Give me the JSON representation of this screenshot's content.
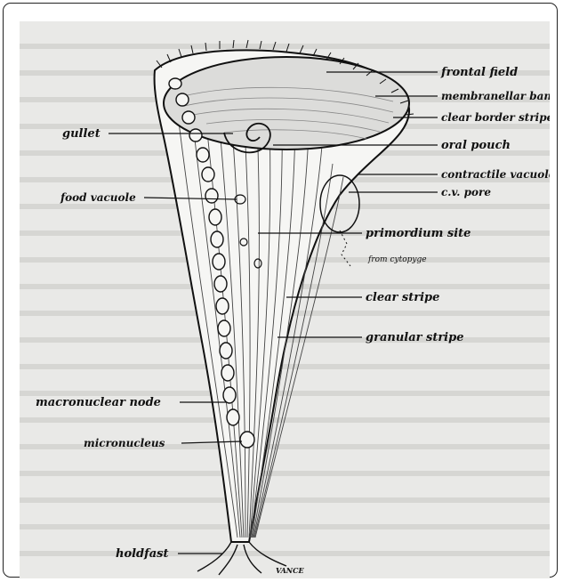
{
  "figure": {
    "labels": {
      "frontal_field": "frontal field",
      "membranellar_band": "membranellar band",
      "clear_border_stripe": "clear border stripe",
      "oral_pouch": "oral pouch",
      "gullet": "gullet",
      "contractile_vacuole": "contractile vacuole",
      "cv_pore": "c.v. pore",
      "food_vacuole": "food vacuole",
      "primordium_site": "primordium site",
      "from_cytopyge": "from cytopyge",
      "clear_stripe": "clear stripe",
      "granular_stripe": "granular stripe",
      "macronuclear_node": "macronuclear node",
      "micronucleus": "micronucleus",
      "holdfast": "holdfast"
    },
    "signature": "VANCE"
  },
  "colors": {
    "background": "#e9e9e7",
    "ink": "#111111"
  }
}
